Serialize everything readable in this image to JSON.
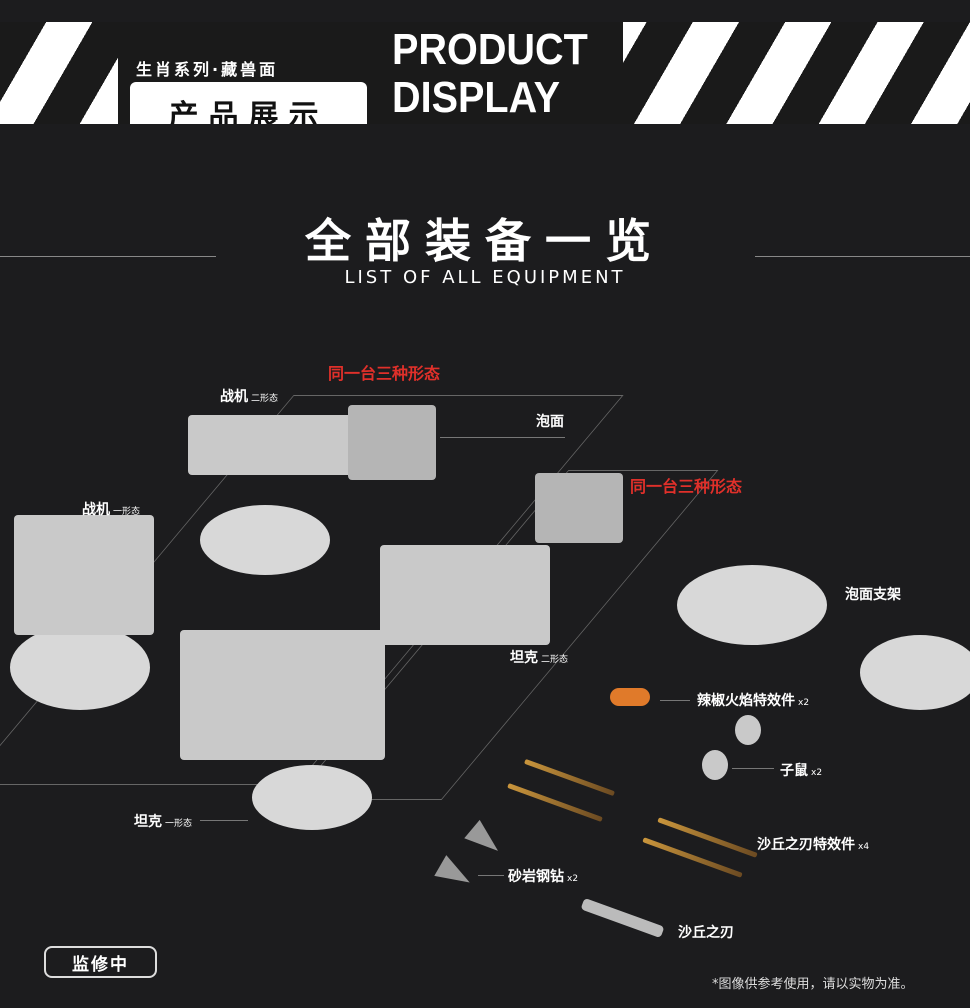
{
  "header": {
    "series": "生肖系列·藏兽面",
    "product_display_cn": "产品展示",
    "product_line1": "PRODUCT",
    "product_line2": "DISPLAY"
  },
  "section": {
    "title": "全部装备一览",
    "subtitle": "LIST OF ALL EQUIPMENT"
  },
  "labels": {
    "three_forms_top": "同一台三种形态",
    "three_forms_right": "同一台三种形态",
    "fighter2": "战机",
    "fighter2_form": "二形态",
    "fighter1": "战机",
    "fighter1_form": "一形态",
    "pao_mian": "泡面",
    "tank2": "坦克",
    "tank2_form": "二形态",
    "tank1": "坦克",
    "tank1_form": "一形态",
    "stand": "泡面支架",
    "flame": "辣椒火焰特效件",
    "flame_qty": "x2",
    "mouse": "子鼠",
    "mouse_qty": "x2",
    "blade_fx": "沙丘之刃特效件",
    "blade_fx_qty": "x4",
    "drill": "砂岩钢钻",
    "drill_qty": "x2",
    "blade": "沙丘之刃"
  },
  "badge": "监修中",
  "disclaimer": "*图像供参考使用，请以实物为准。",
  "colors": {
    "background": "#1c1c1e",
    "accent_red": "#e0302a"
  }
}
